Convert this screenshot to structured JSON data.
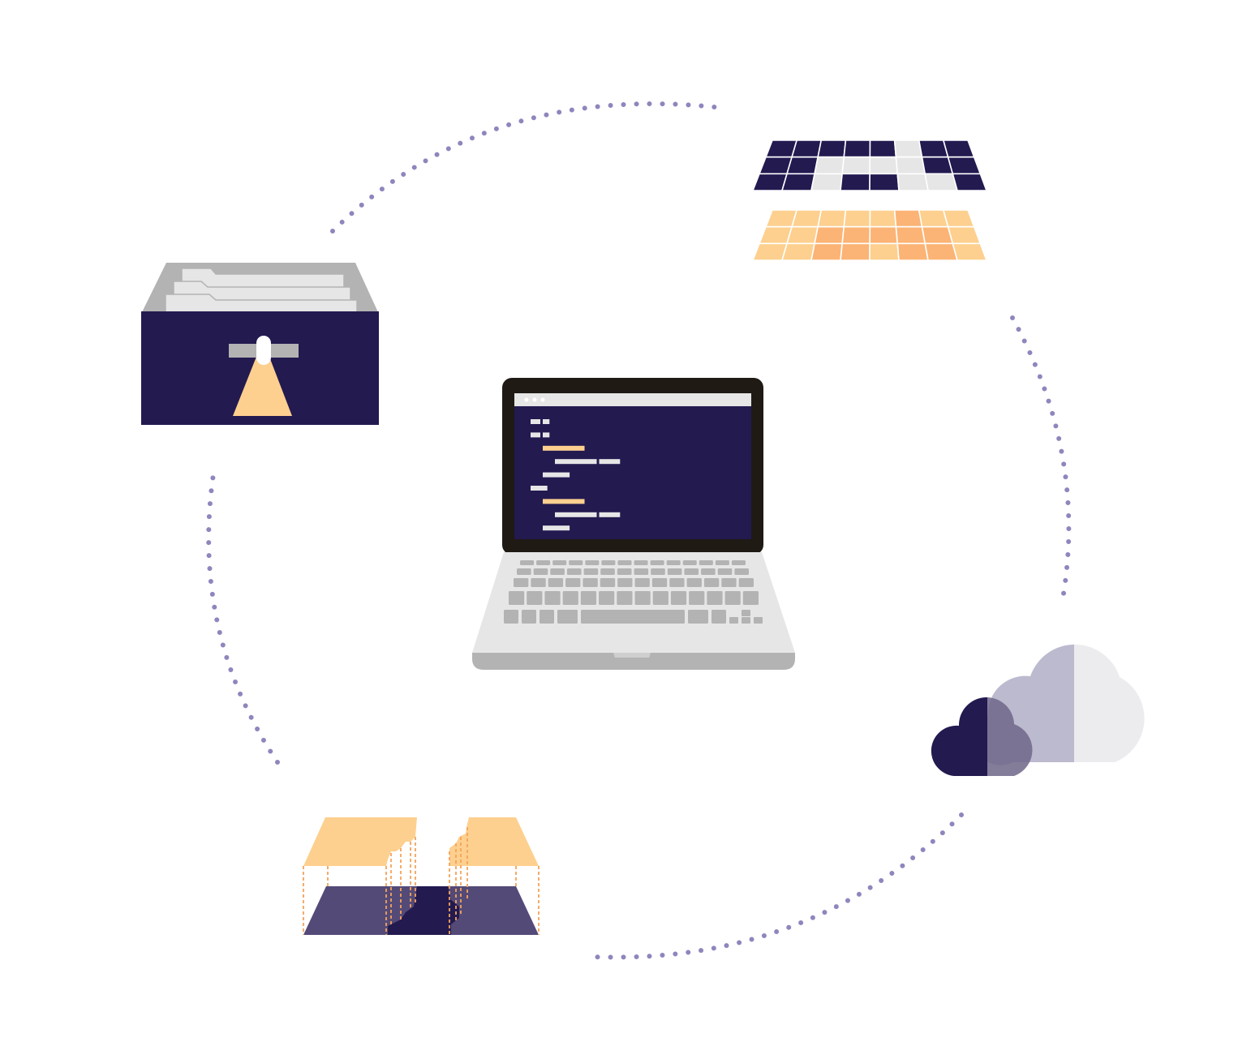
{
  "colors": {
    "navy": "#231a50",
    "orange_light": "#fdd08f",
    "orange_mid": "#fbb475",
    "gray_light": "#e6e6e6",
    "gray_mid": "#b3b3b3",
    "gray_dark": "#9d9d9d",
    "bezel": "#1f1a14",
    "dots": "#8e86bd",
    "slate": "#544a78",
    "cloud_light": "#ececef",
    "cloud_mid": "#bcbace",
    "cloud_dark": "#6e6688"
  },
  "icons": {
    "center": "laptop-icon",
    "top_left": "file-drawer-icon",
    "top_right": "raster-layers-icon",
    "bottom_right": "cloud-icon",
    "bottom_left": "terrain-projection-icon"
  },
  "code_lines": [
    {
      "indent": 0,
      "segments": [
        {
          "w": 0.3,
          "c": "gray"
        },
        {
          "w": 0.18,
          "c": "gray"
        }
      ]
    },
    {
      "indent": 0,
      "segments": [
        {
          "w": 0.3,
          "c": "gray"
        },
        {
          "w": 0.18,
          "c": "gray"
        }
      ]
    },
    {
      "indent": 1,
      "segments": [
        {
          "w": 0.7,
          "c": "orange"
        }
      ]
    },
    {
      "indent": 2,
      "segments": [
        {
          "w": 0.7,
          "c": "gray"
        },
        {
          "w": 0.35,
          "c": "gray"
        }
      ]
    },
    {
      "indent": 1,
      "segments": [
        {
          "w": 0.45,
          "c": "gray"
        }
      ]
    },
    {
      "indent": 0,
      "segments": [
        {
          "w": 0.45,
          "c": "gray"
        }
      ]
    },
    {
      "indent": 1,
      "segments": [
        {
          "w": 0.7,
          "c": "orange"
        }
      ]
    },
    {
      "indent": 2,
      "segments": [
        {
          "w": 0.7,
          "c": "gray"
        },
        {
          "w": 0.35,
          "c": "gray"
        }
      ]
    },
    {
      "indent": 1,
      "segments": [
        {
          "w": 0.45,
          "c": "gray"
        }
      ]
    }
  ],
  "top_grid": [
    [
      "n",
      "n",
      "n",
      "n",
      "n",
      "l",
      "n",
      "n"
    ],
    [
      "n",
      "n",
      "l",
      "l",
      "l",
      "l",
      "n",
      "n"
    ],
    [
      "n",
      "n",
      "l",
      "n",
      "n",
      "l",
      "l",
      "n"
    ]
  ],
  "bottom_grid": [
    [
      "y",
      "y",
      "y",
      "y",
      "y",
      "o",
      "y",
      "y"
    ],
    [
      "y",
      "y",
      "o",
      "o",
      "o",
      "o",
      "o",
      "y"
    ],
    [
      "y",
      "y",
      "o",
      "o",
      "y",
      "o",
      "o",
      "y"
    ]
  ]
}
